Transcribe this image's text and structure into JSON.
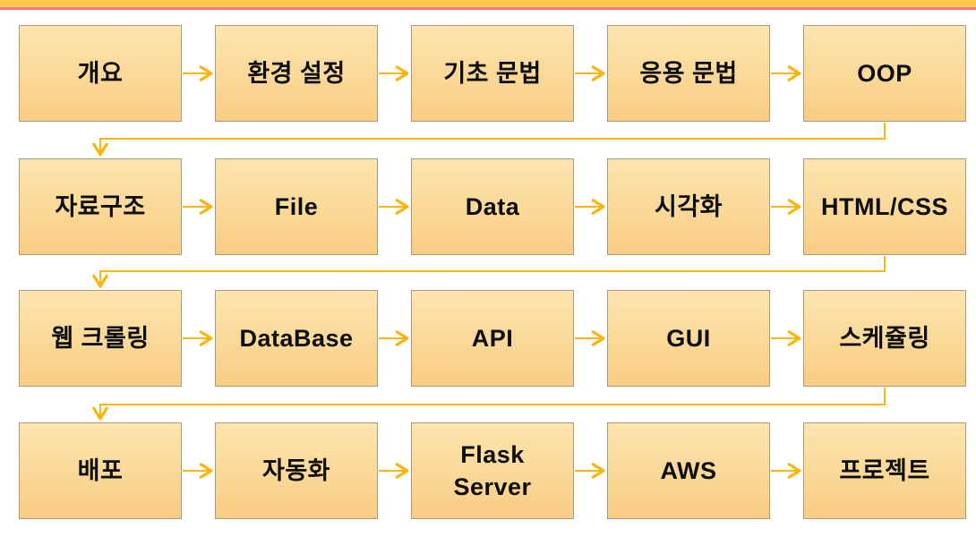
{
  "meta": {
    "description": "Curriculum roadmap flow diagram, 4 rows of 5 steps connected by arrows in reading order"
  },
  "theme": {
    "top_bar_yellow": "#FEC84E",
    "top_bar_red": "#F4797B",
    "node_fill_top": "#FCE5AE",
    "node_fill_bottom": "#F9CC83",
    "node_border": "#A79A80",
    "arrow_color": "#FBB40E",
    "text_color": "#0d0d0d"
  },
  "flow": {
    "arrow_color": "#FBB40E",
    "rows": [
      [
        "개요",
        "환경 설정",
        "기초 문법",
        "응용 문법",
        "OOP"
      ],
      [
        "자료구조",
        "File",
        "Data",
        "시각화",
        "HTML/CSS"
      ],
      [
        "웹 크롤링",
        "DataBase",
        "API",
        "GUI",
        "스케쥴링"
      ],
      [
        "배포",
        "자동화",
        "Flask Server",
        "AWS",
        "프로젝트"
      ]
    ]
  }
}
